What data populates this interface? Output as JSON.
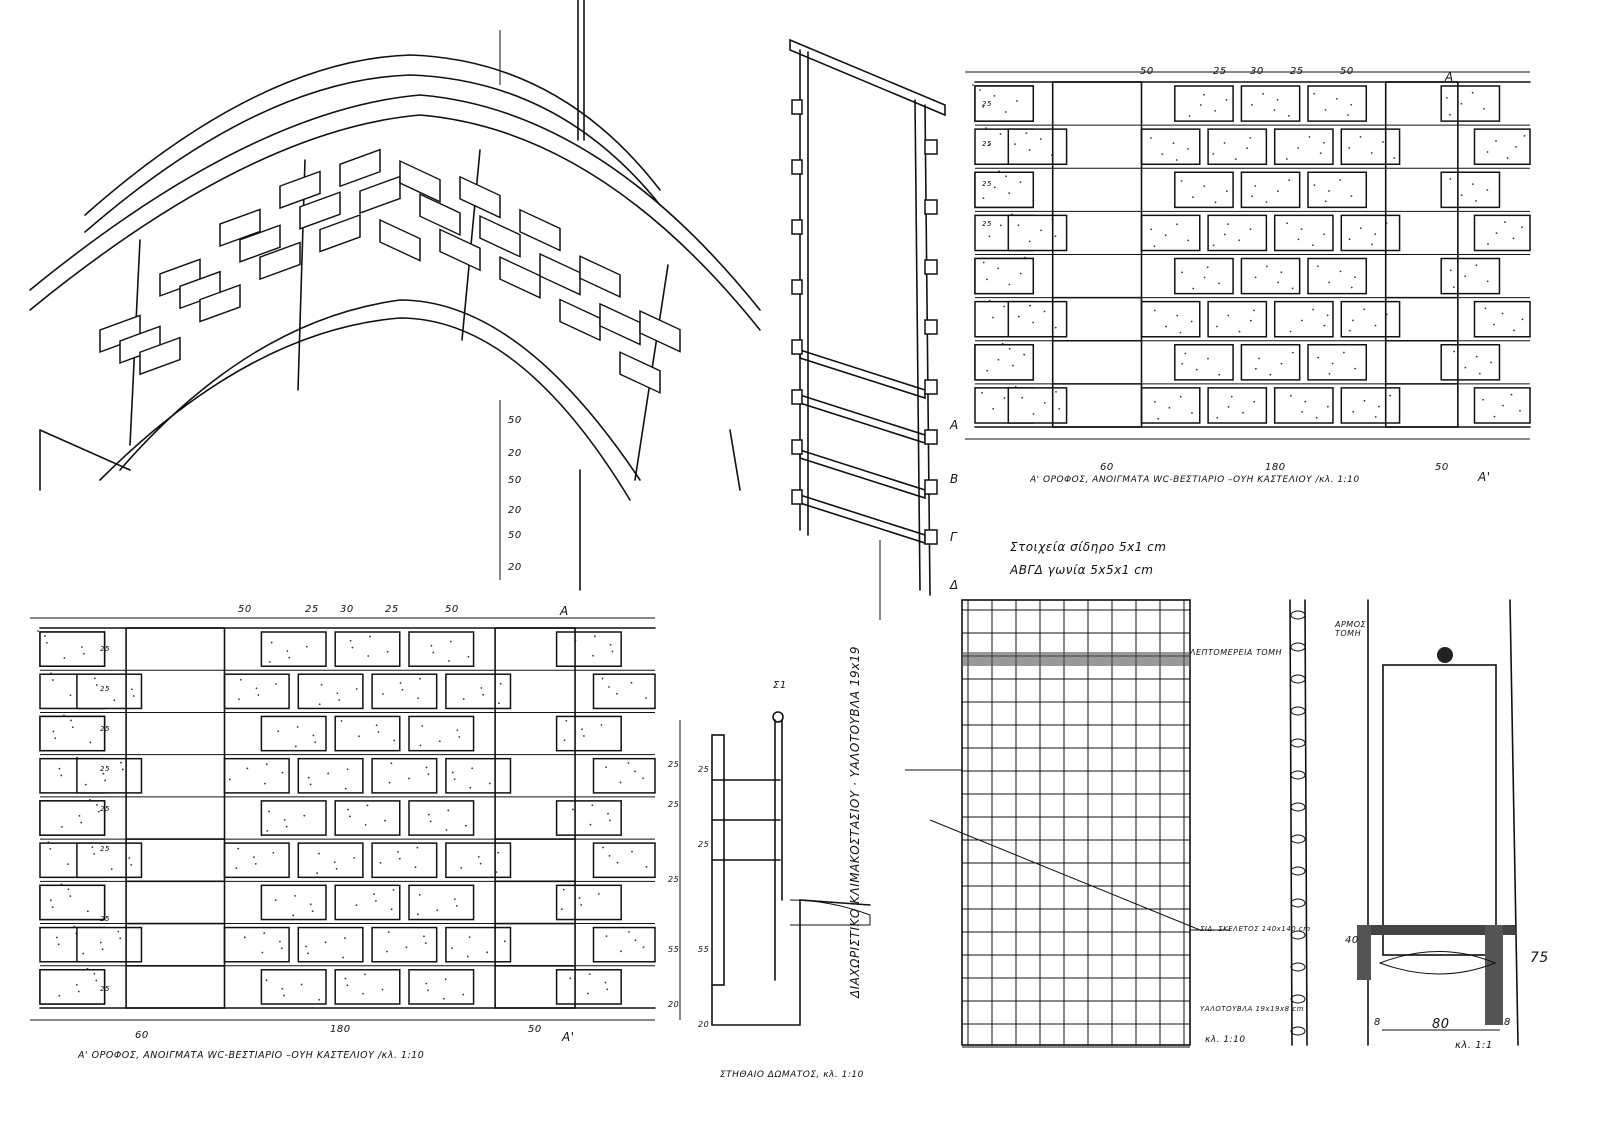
{
  "elevation_top": {
    "caption": "Α' ΟΡΟΦΟΣ, ΑΝΟΙΓΜΑΤΑ WC-ΒΕΣΤΙΑΡΙΟ –ΟΥΗ ΚΑΣΤΕΛΙΟΥ /κλ. 1:10",
    "top_dims": [
      "50",
      "25",
      "30",
      "25",
      "50"
    ],
    "bottom_dims": [
      "60",
      "180",
      "50"
    ],
    "section_mark": "A",
    "section_mark_prime": "A'",
    "row_dims": [
      "25",
      "25",
      "25",
      "25"
    ]
  },
  "elevation_bottom": {
    "caption": "Α' ΟΡΟΦΟΣ, ΑΝΟΙΓΜΑΤΑ WC-ΒΕΣΤΙΑΡΙΟ –ΟΥΗ ΚΑΣΤΕΛΙΟΥ /κλ. 1:10",
    "top_dims": [
      "50",
      "25",
      "30",
      "25",
      "50"
    ],
    "bottom_dims": [
      "60",
      "180",
      "50"
    ],
    "section_mark": "A",
    "section_mark_prime": "A'",
    "row_dims": [
      "25",
      "25",
      "25",
      "25",
      "25",
      "25",
      "25",
      "25"
    ],
    "side_dims": [
      "25",
      "25",
      "25",
      "55",
      "20"
    ]
  },
  "isometric": {
    "vertical_dims": [
      "50",
      "20",
      "50",
      "20",
      "50",
      "20"
    ]
  },
  "frame_detail": {
    "labels": [
      "A",
      "B",
      "Γ",
      "Δ"
    ],
    "note_1": "Στοιχεία σίδηρο 5x1 cm",
    "note_2": "ΑΒΓΔ γωνία 5x5x1 cm"
  },
  "parapet": {
    "caption": "ΣΤΗΘΑΙΟ ΔΩΜΑΤΟΣ, κλ. 1:10",
    "mark": "Σ1",
    "dims": [
      "25",
      "25",
      "55",
      "20"
    ]
  },
  "glass_block_wall": {
    "vertical_title": "ΔΙΑΧΩΡΙΣΤΙΚΟ ΚΛΙΜΑΚΟΣΤΑΣΙΟΥ · ΥΑΛΟΤΟΥΒΛΑ 19x19",
    "detail_label": "ΛΕΠΤΟΜΕΡΕΙΑ ΤΟΜΗ",
    "frame_note": "ΣΙΔ. ΣΚΕΛΕΤΟΣ 140x140 cm",
    "block_note": "ΥΑΛΟΤΟΥΒΛΑ 19x19x8 cm",
    "scale": "κλ. 1:10"
  },
  "joint_detail": {
    "label": "ΑΡΜΟΣ ΤΟΜΗ",
    "dim_40": "40",
    "dim_75": "75",
    "dim_80": "80",
    "dim_8a": "8",
    "dim_8b": "8",
    "scale": "κλ. 1:1"
  }
}
